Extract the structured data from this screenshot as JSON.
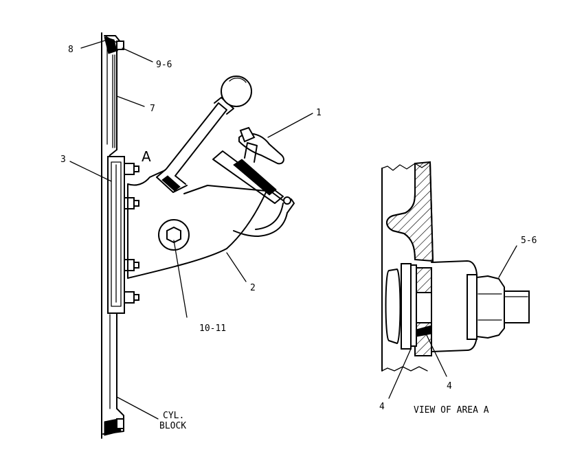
{
  "callouts": {
    "c1": "1",
    "c2": "2",
    "c3": "3",
    "c4a": "4",
    "c4b": "4",
    "c5_6": "5-6",
    "c7": "7",
    "c8": "8",
    "c9_6": "9-6",
    "c10_11": "10-11"
  },
  "area_marker": "A",
  "cyl_block": {
    "line1": "CYL.",
    "line2": "BLOCK"
  },
  "view_caption": "VIEW OF AREA A"
}
